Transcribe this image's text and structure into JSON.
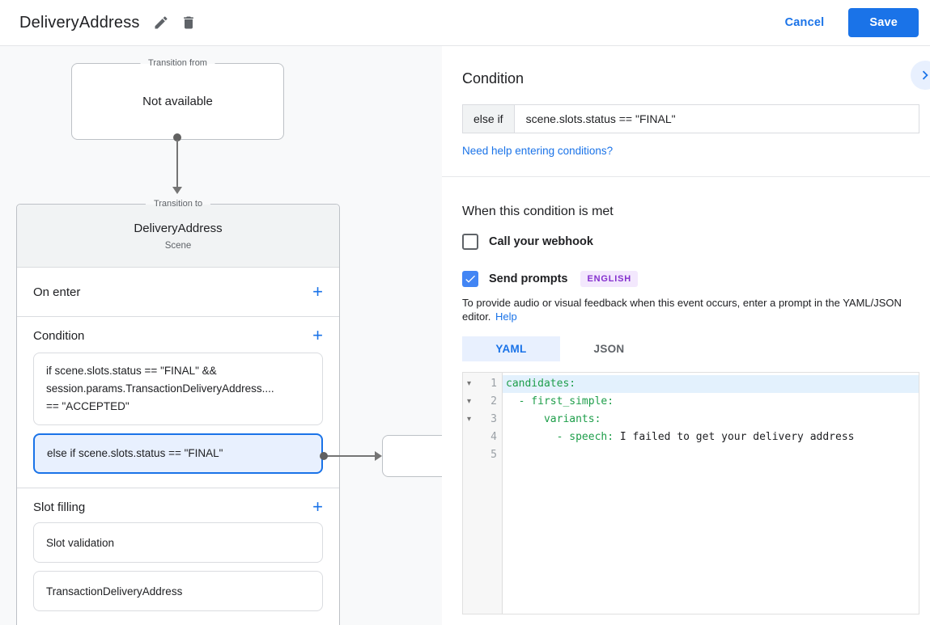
{
  "colors": {
    "accent": "#1a73e8",
    "selected_condition_bg": "#e8f0fe",
    "checkbox_checked": "#4285f4",
    "badge_bg": "#f3e8fd",
    "badge_text": "#8430ce",
    "yaml_key_green": "#1e9e4a",
    "active_line_bg": "#e3f1fd"
  },
  "header": {
    "title": "DeliveryAddress",
    "cancel": "Cancel",
    "save": "Save"
  },
  "diagram": {
    "from_node": {
      "legend": "Transition from",
      "label": "Not available"
    },
    "to_node": {
      "legend": "Transition to",
      "title": "DeliveryAddress",
      "subtitle": "Scene",
      "on_enter_label": "On enter",
      "condition_label": "Condition",
      "conditions": [
        {
          "selected": false,
          "lines": [
            "if scene.slots.status == \"FINAL\" &&",
            "session.params.TransactionDeliveryAddress....",
            "== \"ACCEPTED\""
          ]
        },
        {
          "selected": true,
          "lines": [
            "else if scene.slots.status == \"FINAL\""
          ]
        }
      ],
      "slot_filling_label": "Slot filling",
      "slots": [
        "Slot validation",
        "TransactionDeliveryAddress"
      ]
    }
  },
  "panel": {
    "title": "Condition",
    "condition": {
      "prefix": "else if",
      "value": "scene.slots.status == \"FINAL\""
    },
    "help_link": "Need help entering conditions?",
    "when_heading": "When this condition is met",
    "webhook": {
      "label": "Call your webhook",
      "checked": false
    },
    "prompts": {
      "label": "Send prompts",
      "checked": true,
      "badge": "ENGLISH"
    },
    "description": "To provide audio or visual feedback when this event occurs, enter a prompt in the YAML/JSON editor.",
    "description_link": "Help",
    "tabs": [
      {
        "label": "YAML",
        "active": true
      },
      {
        "label": "JSON",
        "active": false
      }
    ],
    "editor": {
      "lines": [
        {
          "num": "1",
          "green": "candidates:",
          "plain": ""
        },
        {
          "num": "2",
          "green": "  - first_simple:",
          "plain": ""
        },
        {
          "num": "3",
          "green": "      variants:",
          "plain": ""
        },
        {
          "num": "4",
          "green": "        - speech:",
          "plain": " I failed to get your delivery address"
        },
        {
          "num": "5",
          "green": "",
          "plain": ""
        }
      ]
    }
  }
}
